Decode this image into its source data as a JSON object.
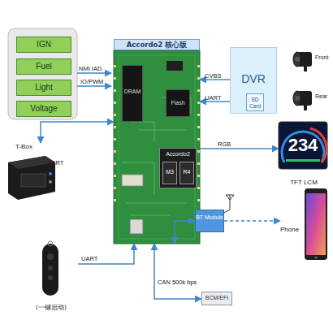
{
  "diagram": {
    "nodes": [
      {
        "text": [
          "IGN"
        ]
      },
      {
        "text": [
          "Fuel"
        ]
      },
      {
        "text": [
          "Light"
        ]
      },
      {
        "text": [
          "Voltage"
        ]
      },
      {
        "text": [
          "Accordo2 核心版"
        ]
      },
      {
        "text": [
          "DRAM"
        ],
        "in": 4
      },
      {
        "text": [
          "Flash"
        ],
        "in": 4
      },
      {
        "text": [
          "Accordo2"
        ],
        "in": 4
      },
      {
        "text": [
          "M3"
        ],
        "in": 7
      },
      {
        "text": [
          "R4"
        ],
        "in": 7
      },
      {
        "text": [
          "DVR"
        ]
      },
      {
        "text": [
          "SD Card"
        ],
        "in": 10
      },
      {
        "text": [
          "Front"
        ]
      },
      {
        "text": [
          "Rear"
        ]
      },
      {
        "text": [
          "T-Box"
        ]
      },
      {
        "text": [
          "234",
          "TFT LCM"
        ]
      },
      {
        "text": [
          "BT Module"
        ]
      },
      {
        "text": [
          "Phone"
        ]
      },
      {
        "text": [
          "(一键启动)"
        ]
      },
      {
        "text": [
          "BCM/EFI"
        ]
      }
    ],
    "edges": [
      {
        "from": 10,
        "to": 4,
        "label": "CVBS",
        "arrow": "to"
      },
      {
        "from": 10,
        "to": 4,
        "label": "UART",
        "arrow": "to"
      },
      {
        "from": 4,
        "to": 15,
        "label": "RGB",
        "arrow": "to"
      },
      {
        "from": 4,
        "to": 14,
        "label": "UART",
        "arrow": "both"
      },
      {
        "from": 4,
        "to": 16,
        "arrow": "both"
      },
      {
        "from": 16,
        "to": 17,
        "arrow": "to"
      },
      {
        "from": 18,
        "to": 4,
        "label": "UART",
        "arrow": "to"
      },
      {
        "from": 4,
        "to": 19,
        "label": "CAN 500k bps",
        "arrow": "both"
      }
    ],
    "labels": [
      "NMI IAD",
      "IO/PWM"
    ]
  }
}
